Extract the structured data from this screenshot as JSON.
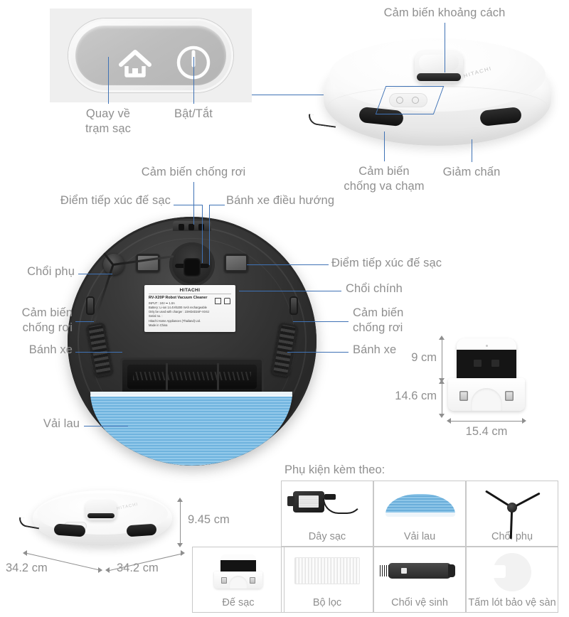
{
  "product": {
    "brand": "HITACHI",
    "model_label": "RV-X20P  Robot Vacuum Cleaner",
    "spec_lines": [
      "INPUT : 24V ⎓ 1.0A",
      "Battery: Li-ion 14.4V/5200 mAh rechargeable",
      "Only be used with charger : 23HD4D24F-XXXJ",
      "Serial no. :",
      "Hitachi Home Appliances (Thailand) Ltd.",
      "Made in China"
    ]
  },
  "callouts": {
    "home_button": "Quay về\ntrạm sạc",
    "power_button": "Bật/Tắt",
    "distance_sensor": "Cảm biến khoảng cách",
    "collision_sensor": "Cảm biến\nchống va chạm",
    "bumper": "Giảm chấn",
    "drop_sensor_top": "Cảm biến chống rơi",
    "charging_contact_left": "Điểm tiếp xúc đế sạc",
    "nav_wheel": "Bánh xe điều hướng",
    "charging_contact_right": "Điểm tiếp xúc đế sạc",
    "side_brush": "Chổi phụ",
    "main_brush": "Chổi chính",
    "drop_sensor_left": "Cảm biến\nchống rơi",
    "drop_sensor_right": "Cảm biến\nchống rơi",
    "wheel_left": "Bánh xe",
    "wheel_right": "Bánh xe",
    "mop_cloth": "Vải lau"
  },
  "dimensions": {
    "dock_height": "9 cm",
    "dock_depth": "14.6 cm",
    "dock_width": "15.4 cm",
    "robot_height": "9.45 cm",
    "robot_width_left": "34.2 cm",
    "robot_width_right": "34.2 cm"
  },
  "accessories": {
    "title": "Phụ kiện kèm theo:",
    "items": [
      {
        "name": "Dây sạc",
        "icon": "power-adapter-icon"
      },
      {
        "name": "Vải lau",
        "icon": "mop-cloth-icon"
      },
      {
        "name": "Chổi phụ",
        "icon": "side-brush-icon"
      },
      {
        "name": "Đế sạc",
        "icon": "charging-dock-icon"
      },
      {
        "name": "Bộ lọc",
        "icon": "filter-icon"
      },
      {
        "name": "Chổi vệ sinh",
        "icon": "cleaning-brush-icon"
      },
      {
        "name": "Tấm lót\nbảo vệ sàn",
        "icon": "floor-protection-pad-icon"
      }
    ]
  },
  "colors": {
    "label_text": "#8f8f8f",
    "leader_line": "#3f72b5",
    "mop_blue": "#6fb3de",
    "grid_border": "#c8c8c8"
  }
}
